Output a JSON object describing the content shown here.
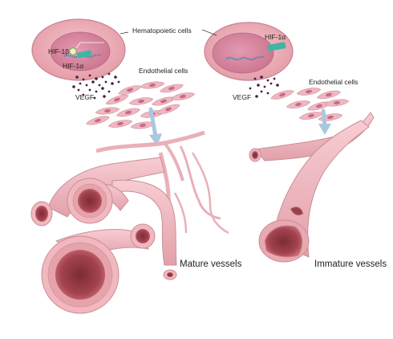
{
  "labels": {
    "hematopoietic_cells": "Hematopoietic cells",
    "hif1b": "HIF-1β",
    "hif1a_left": "HIF-1α",
    "hif1a_right": "HIF-1α",
    "vegf_left": "VEGF",
    "vegf_right": "VEGF",
    "endothelial_left": "Endothelial cells",
    "endothelial_right": "Endothelial cells",
    "mature_vessels": "Mature vessels",
    "immature_vessels": "Immature vessels"
  },
  "colors": {
    "cell_outer": "#e9aab3",
    "cell_edge": "#c98290",
    "nucleus": "#d7839b",
    "nucleus_edge": "#b66a83",
    "dna": "#4f86a8",
    "hif_teal": "#3fb6a4",
    "dots": "#4a1f3f",
    "endothelial": "#f0b7c0",
    "endothelial_nucleus": "#c96a86",
    "arrow": "#a9c8df",
    "vessel": "#f1b8bf",
    "vessel_edge": "#c98e97",
    "lumen": "#9c3f4b",
    "lumen_inner": "#b8525e"
  }
}
